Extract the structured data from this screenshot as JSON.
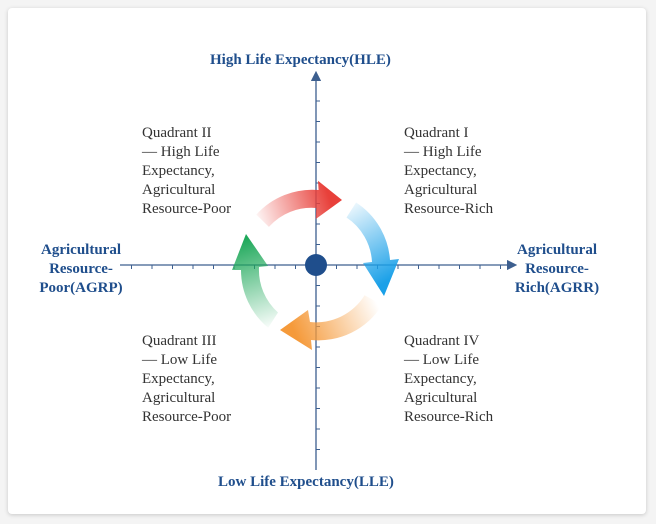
{
  "axes": {
    "top": "High Life Expectancy(HLE)",
    "bottom": "Low Life Expectancy(LLE)",
    "left": [
      "Agricultural",
      "Resource-",
      "Poor(AGRP)"
    ],
    "right": [
      "Agricultural",
      "Resource-",
      "Rich(AGRR)"
    ]
  },
  "quadrants": {
    "q1": [
      "Quadrant I",
      "— High Life",
      "Expectancy,",
      "Agricultural",
      "Resource-Rich"
    ],
    "q2": [
      "Quadrant II",
      "— High Life",
      "Expectancy,",
      "Agricultural",
      "Resource-Poor"
    ],
    "q3": [
      "Quadrant III",
      "— Low Life",
      "Expectancy,",
      "Agricultural",
      "Resource-Poor"
    ],
    "q4": [
      "Quadrant IV",
      "— Low Life",
      "Expectancy,",
      "Agricultural",
      "Resource-Rich"
    ]
  },
  "colors": {
    "axis": "#3d5f8f",
    "title": "#1f4e8c",
    "center_dot": "#1f4e8c",
    "arrow_top": "#e8403a",
    "arrow_right": "#1aa0e8",
    "arrow_bottom": "#f59a3a",
    "arrow_left": "#1ea85a"
  }
}
